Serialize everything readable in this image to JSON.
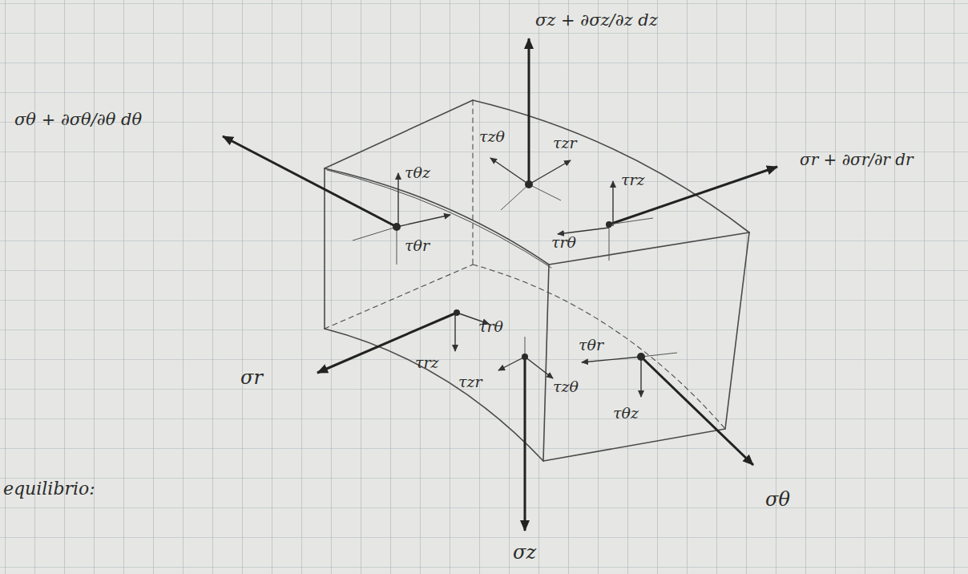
{
  "diagram": {
    "labels": [
      "σz + ∂σz/∂z dz",
      "σθ + ∂σθ/∂θ dθ",
      "σr + ∂σr/∂r dr",
      "τzθ",
      "τzr",
      "τθz",
      "τθr",
      "τrz",
      "τrθ",
      "τrθ",
      "τrz",
      "τzr",
      "τzθ",
      "τθr",
      "τθz",
      "σr",
      "σz",
      "σθ",
      "equilibrio:"
    ]
  }
}
